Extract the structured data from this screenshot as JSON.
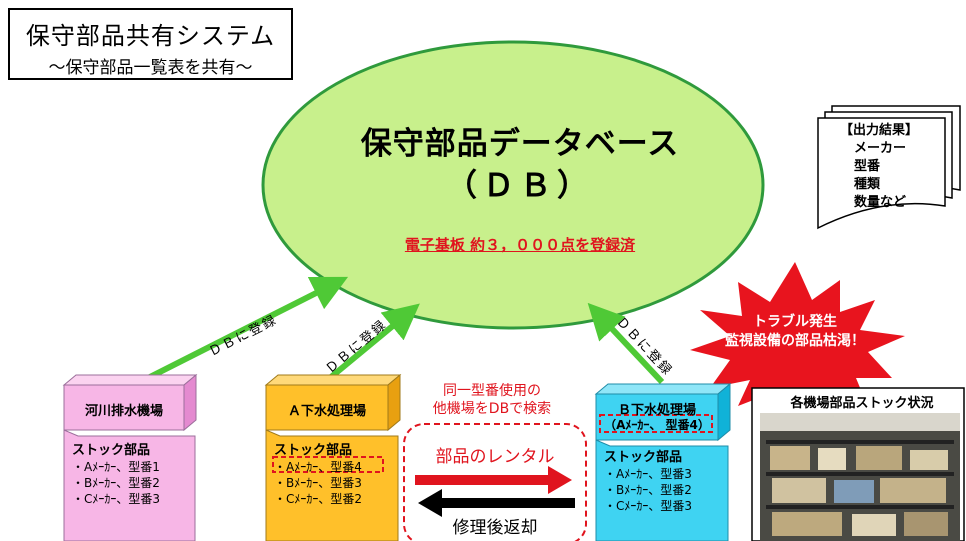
{
  "title": {
    "main": "保守部品共有システム",
    "sub": "～保守部品一覧表を共有～"
  },
  "database": {
    "title": "保守部品データベース",
    "subtitle": "（ＤＢ）",
    "registered": "電子基板 約３，０００点を登録済"
  },
  "output": {
    "heading": "【出力結果】",
    "items": [
      "メーカー",
      "型番",
      "種類",
      "数量など"
    ]
  },
  "facilities": [
    {
      "name": "河川排水機場",
      "stock_heading": "ストック部品",
      "items": [
        "・Aﾒｰｶｰ、型番1",
        "・Bﾒｰｶｰ、型番2",
        "・Cﾒｰｶｰ、型番3"
      ],
      "color": "#f7b6e6"
    },
    {
      "name": "Ａ下水処理場",
      "stock_heading": "ストック部品",
      "items": [
        "・Aﾒｰｶｰ、型番4",
        "・Bﾒｰｶｰ、型番3",
        "・Cﾒｰｶｰ、型番2"
      ],
      "color": "#ffc02a"
    },
    {
      "name": "Ｂ下水処理場",
      "need_note": "（Aﾒｰｶｰ、 型番4）",
      "stock_heading": "ストック部品",
      "items": [
        "・Aﾒｰｶｰ、型番3",
        "・Bﾒｰｶｰ、型番2",
        "・Cﾒｰｶｰ、型番3"
      ],
      "color": "#3fd3f2"
    }
  ],
  "register_label": "ＤＢに登録",
  "search_note": [
    "同一型番使用の",
    "他機場をDBで検索"
  ],
  "rental_label": "部品のレンタル",
  "return_label": "修理後返却",
  "trouble": [
    "トラブル発生",
    "監視設備の部品枯渇！"
  ],
  "photo_title": "各機場部品ストック状況",
  "colors": {
    "ellipse": "#c8f08c",
    "arrow_green": "#4fc936",
    "red": "#e0141e",
    "burst": "#e8141e"
  }
}
